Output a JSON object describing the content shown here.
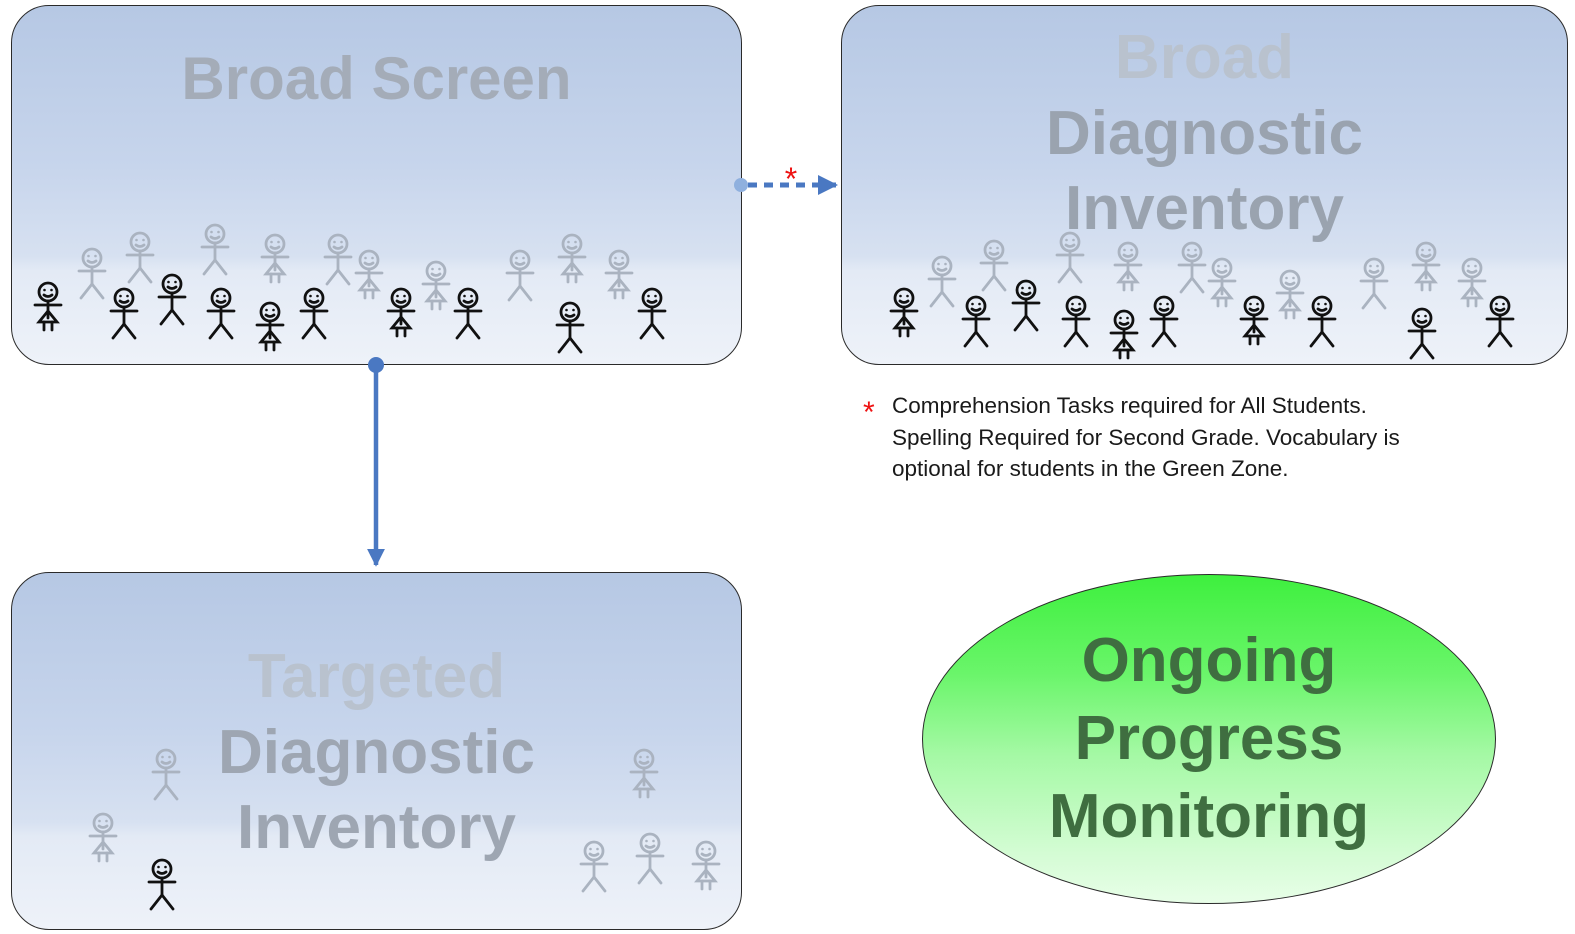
{
  "boxes": {
    "broad_screen": {
      "title": "Broad Screen"
    },
    "broad_diagnostic": {
      "line1": "Broad",
      "line2": "Diagnostic",
      "line3": "Inventory"
    },
    "targeted_diagnostic": {
      "line1": "Targeted",
      "line2": "Diagnostic",
      "line3": "Inventory"
    }
  },
  "monitoring": {
    "line1": "Ongoing",
    "line2": "Progress",
    "line3": "Monitoring"
  },
  "connector": {
    "asterisk": "*"
  },
  "note": {
    "marker": "*",
    "line1": "Comprehension Tasks required for All Students.",
    "line2": "Spelling Required for Second Grade. Vocabulary is",
    "line3": "optional for students in the Green Zone."
  },
  "colors": {
    "box_top": "#b6c8e4",
    "box_bottom": "#eef2f9",
    "arrow": "#4a78c2",
    "asterisk": "#ee1111",
    "ellipse_top": "#3ef03e",
    "ellipse_text": "#3f6e40"
  },
  "icons": [
    "stick-figure-icon",
    "stick-figure-dress-icon"
  ]
}
